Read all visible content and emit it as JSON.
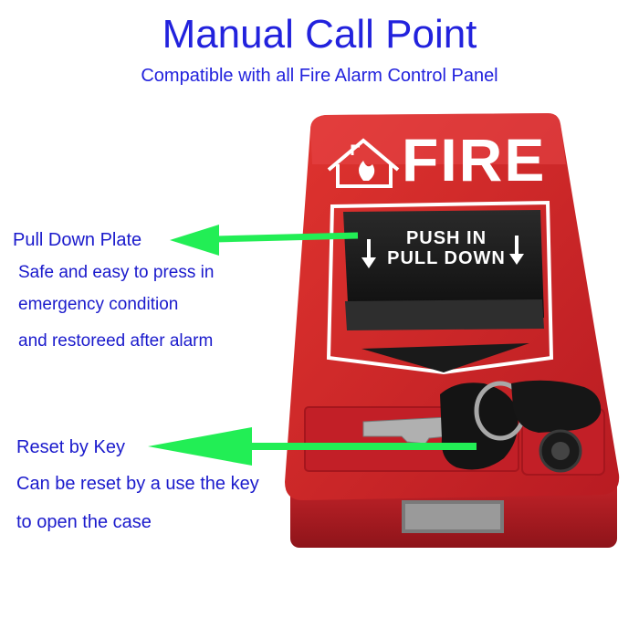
{
  "header": {
    "title": "Manual Call Point",
    "subtitle": "Compatible with all Fire Alarm Control Panel"
  },
  "device": {
    "brand_label": "FIRE",
    "plate_line1": "PUSH   IN",
    "plate_line2": "PULL DOWN",
    "house_icon": "house-flame-icon",
    "key_icon": "key-icon",
    "colors": {
      "body": "#d4232a",
      "plate": "#1c1c1c",
      "text_blue": "#1a1acc",
      "arrow_green": "#22ee55"
    }
  },
  "callouts": [
    {
      "heading": "Pull Down Plate",
      "lines": [
        "Safe and easy to press in",
        "emergency condition",
        "and restoreed after alarm"
      ]
    },
    {
      "heading": "Reset by Key",
      "lines": [
        "Can be reset by a use the key",
        "to open the case"
      ]
    }
  ]
}
